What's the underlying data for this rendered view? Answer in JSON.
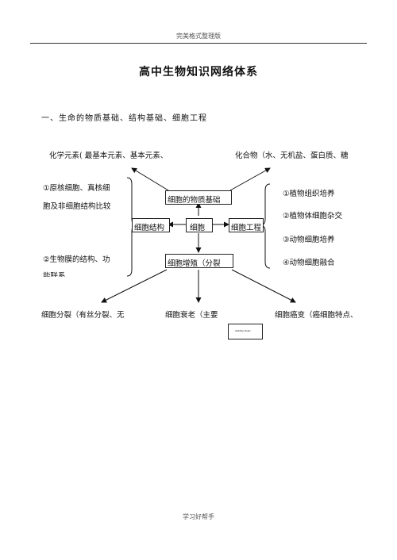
{
  "header": {
    "text": "完美格式整理版"
  },
  "title": "高中生物知识网络体系",
  "section_heading": "一、生命的物质基础、结构基础、细胞工程",
  "diagram": {
    "top_left": "化学元素( 最基本元素、基本元素、",
    "top_right": "化合物（水、无机盐、蛋白质、糖",
    "left_1a": "①原核细胞、真核细",
    "left_1b": "胞及非细胞结构比较",
    "left_2a": "②生物膜的结构、功",
    "left_2b": "能联系",
    "right_1": "①植物组织培养",
    "right_2": "②植物体细胞杂交",
    "right_3": "③动物细胞培养",
    "right_4": "④动物细胞融合",
    "box_material": "细胞的物质基础",
    "box_structure": "细胞结构",
    "box_cell": "细胞",
    "box_engineering": "细胞工程",
    "box_proliferation": "细胞增殖（分裂",
    "bottom_left": "细胞分裂（有丝分裂、无",
    "bottom_middle": "细胞衰老（主要",
    "bottom_right": "细胞癌变（癌细胞特点、",
    "small_box": "Validity Ruler"
  },
  "footer": {
    "text": "学习好帮手"
  }
}
